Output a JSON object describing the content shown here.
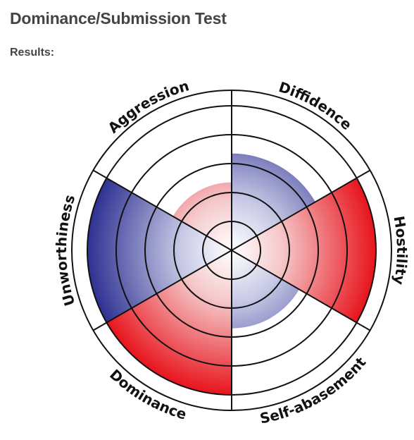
{
  "page": {
    "title": "Dominance/Submission Test",
    "results_label": "Results:"
  },
  "colors": {
    "red": "#e8141c",
    "blue": "#2e3192",
    "ring_stroke": "#111111",
    "label_color": "#111111"
  },
  "chart_data": {
    "type": "polar-area",
    "title": "",
    "scale_levels": 5,
    "ylim": [
      0,
      5
    ],
    "direction": "clockwise",
    "start": "top",
    "categories": [
      "Diffidence",
      "Hostility",
      "Self-abasement",
      "Dominance",
      "Unworthiness",
      "Aggression"
    ],
    "values": [
      3.35,
      5,
      2.7,
      5,
      5,
      2.35
    ],
    "slice_colors": [
      "blue",
      "red",
      "blue",
      "red",
      "blue",
      "red"
    ]
  }
}
